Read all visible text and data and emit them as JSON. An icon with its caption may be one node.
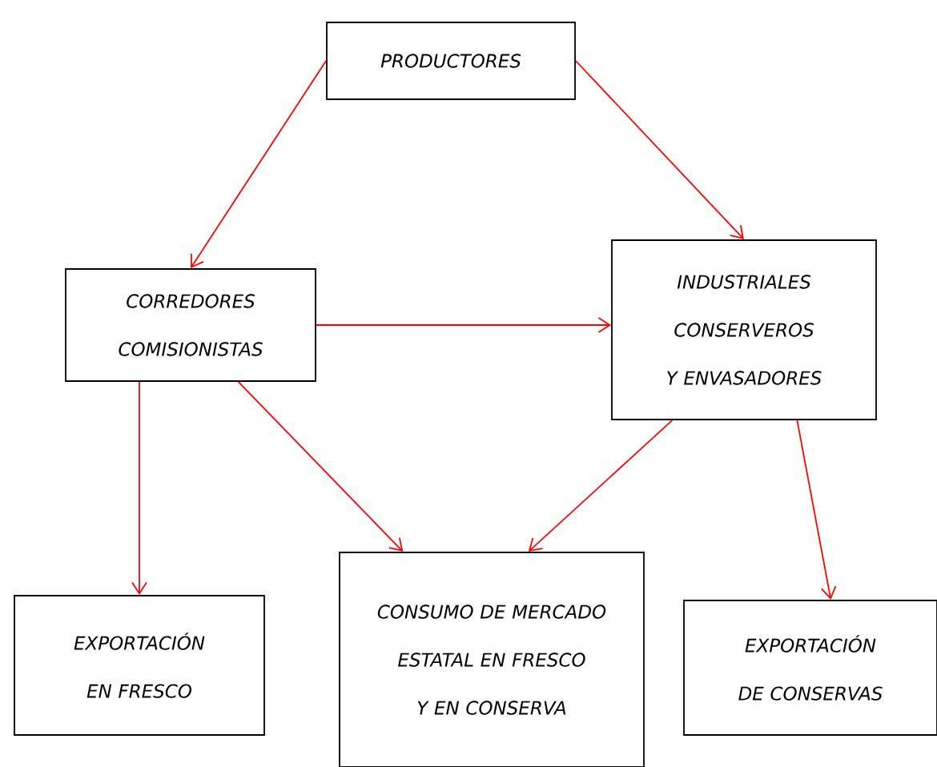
{
  "diagram": {
    "nodes": [
      {
        "text": [
          "PRODUCTORES"
        ]
      },
      {
        "text": [
          "CORREDORES COMISIONISTAS"
        ]
      },
      {
        "text": [
          "INDUSTRIALES CONSERVEROS Y ENVASADORES"
        ]
      },
      {
        "text": [
          "EXPORTACIÓN EN FRESCO"
        ]
      },
      {
        "text": [
          "CONSUMO DE MERCADO ESTATAL EN FRESCO Y EN CONSERVA"
        ]
      },
      {
        "text": [
          "EXPORTACIÓN DE CONSERVAS"
        ]
      }
    ],
    "edges": [
      {
        "from": 0,
        "to": 1,
        "arrow": "to"
      },
      {
        "from": 0,
        "to": 2,
        "arrow": "to"
      },
      {
        "from": 1,
        "to": 2,
        "arrow": "to"
      },
      {
        "from": 1,
        "to": 3,
        "arrow": "to"
      },
      {
        "from": 1,
        "to": 4,
        "arrow": "to"
      },
      {
        "from": 2,
        "to": 4,
        "arrow": "to"
      },
      {
        "from": 2,
        "to": 5,
        "arrow": "to"
      }
    ]
  }
}
